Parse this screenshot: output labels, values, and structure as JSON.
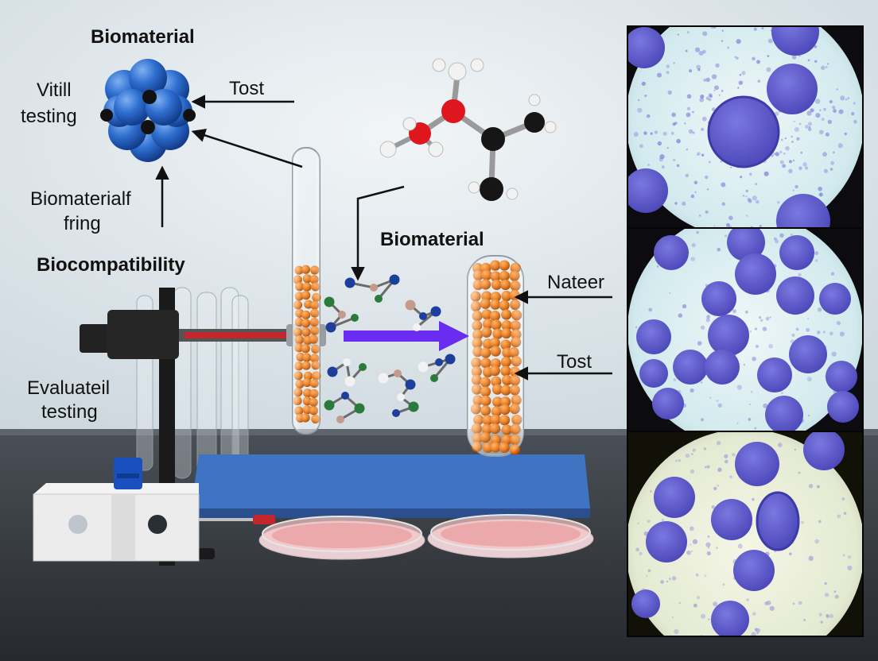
{
  "labels": {
    "top_biomaterial": "Biomaterial",
    "vitill_line1": "Vitill",
    "vitill_line2": "testing",
    "tost_top": "Tost",
    "biomaterialf_line1": "Biomaterialf",
    "biomaterialf_line2": "fring",
    "biocompatibility": "Biocompatibility",
    "mid_biomaterial": "Biomaterial",
    "nateer": "Nateer",
    "tost_right": "Tost",
    "evaluateil_line1": "Evaluateil",
    "evaluateil_line2": "testing"
  },
  "colors": {
    "wall": "#dfe7ec",
    "bench": "#3b4046",
    "tray": "#3f74c2",
    "beads": "#e8781a",
    "molecule_blue": "#1d3e9a",
    "arrow_purple": "#6a2cf0",
    "cell_stain": "#5a58c8",
    "cell_bg": "#d6eef0"
  },
  "icons": [
    "atom-cluster-icon",
    "molecule-icon",
    "test-tube-icon",
    "micrograph-icon"
  ]
}
